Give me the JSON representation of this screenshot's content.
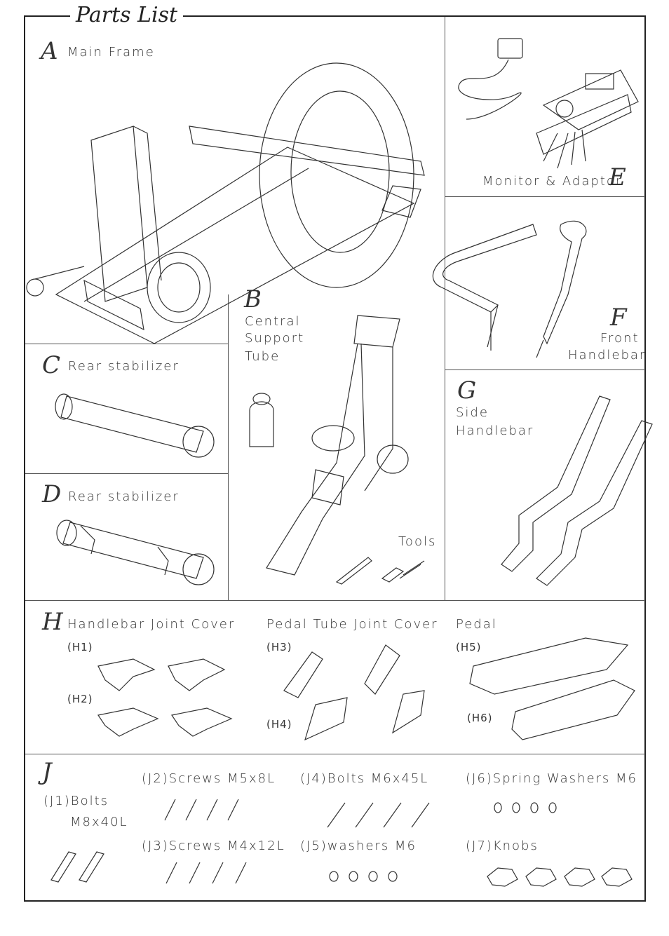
{
  "title": "Parts List",
  "parts": {
    "A": {
      "letter": "A",
      "name": "Main Frame"
    },
    "B": {
      "letter": "B",
      "name_lines": [
        "Central",
        "Support",
        "Tube"
      ],
      "tools": "Tools"
    },
    "C": {
      "letter": "C",
      "name": "Rear stabilizer"
    },
    "D": {
      "letter": "D",
      "name": "Rear stabilizer"
    },
    "E": {
      "letter": "E",
      "name": "Monitor & Adaptor"
    },
    "F": {
      "letter": "F",
      "name_lines": [
        "Front",
        "Handlebar"
      ]
    },
    "G": {
      "letter": "G",
      "name_lines": [
        "Side",
        "Handlebar"
      ]
    },
    "H": {
      "letter": "H",
      "handlebar_cover": "Handlebar Joint Cover",
      "pedal_cover": "Pedal Tube Joint Cover",
      "pedal": "Pedal",
      "sub": [
        "(H1)",
        "(H2)",
        "(H3)",
        "(H4)",
        "(H5)",
        "(H6)"
      ]
    },
    "J": {
      "letter": "J",
      "j1_a": "(J1)Bolts",
      "j1_b": "M8x40L",
      "j2": "(J2)Screws M5x8L",
      "j3": "(J3)Screws M4x12L",
      "j4": "(J4)Bolts M6x45L",
      "j5": "(J5)washers M6",
      "j6": "(J6)Spring Washers M6",
      "j7": "(J7)Knobs"
    }
  }
}
